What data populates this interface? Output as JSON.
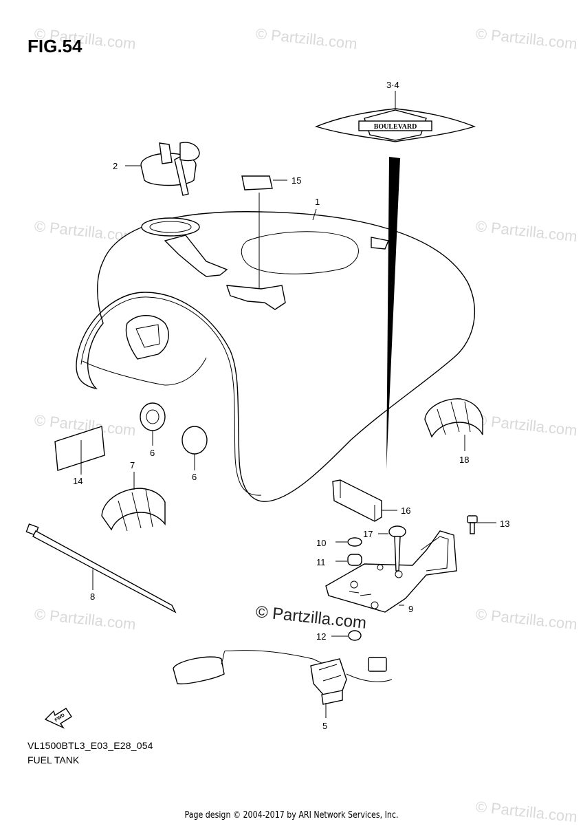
{
  "figure": {
    "title": "FIG.54",
    "model_code": "VL1500BTL3_E03_E28_054",
    "section_name": "FUEL TANK",
    "credit": "Page design © 2004-2017 by ARI Network Services, Inc."
  },
  "watermark": {
    "text": "© Partzilla.com",
    "center_text": "© Partzilla.com"
  },
  "emblem_text": "BOULEVARD",
  "fwd_label": "FWD",
  "callouts": [
    "1",
    "2",
    "3·4",
    "5",
    "6",
    "6",
    "7",
    "8",
    "9",
    "10",
    "11",
    "12",
    "13",
    "14",
    "15",
    "16",
    "17",
    "18"
  ]
}
